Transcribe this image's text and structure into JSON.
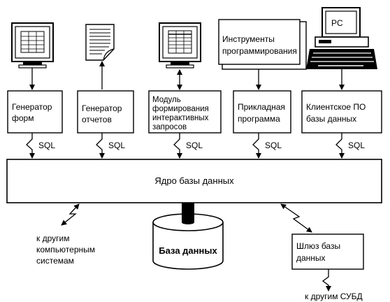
{
  "diagram": {
    "modules": {
      "forms_generator": [
        "Генератор",
        "форм"
      ],
      "reports_generator": [
        "Генератор",
        "отчетов"
      ],
      "query_module": [
        "Модуль",
        "формирования",
        "интерактивных",
        "запросов"
      ],
      "application": [
        "Прикладная",
        "программа"
      ],
      "client_software": [
        "Клиентское ПО",
        "базы данных"
      ]
    },
    "tools": [
      "Инструменты",
      "программирования"
    ],
    "pc_label": "PC",
    "sql_label": "SQL",
    "core": "Ядро базы данных",
    "database": "База данных",
    "gateway": [
      "Шлюз базы",
      "данных"
    ],
    "other_systems": [
      "к другим",
      "компьютерным",
      "системам"
    ],
    "other_dbms": "к другим СУБД"
  }
}
